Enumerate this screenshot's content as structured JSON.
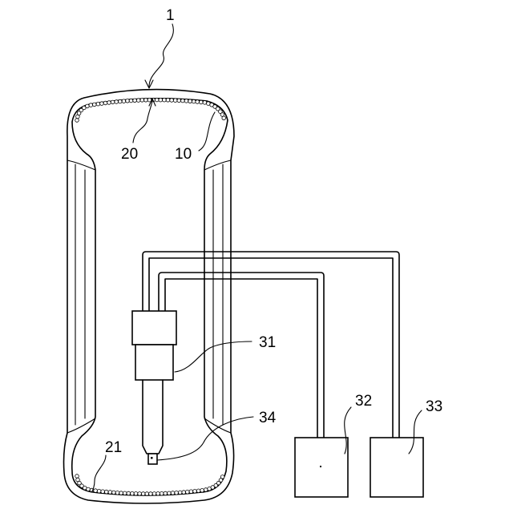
{
  "labels": {
    "assembly": "1",
    "tire": "10",
    "inner_surface": "20",
    "lower_inner": "21",
    "nozzle_unit": "31",
    "supply_unit_a": "32",
    "supply_unit_b": "33",
    "nozzle_tip": "34"
  }
}
